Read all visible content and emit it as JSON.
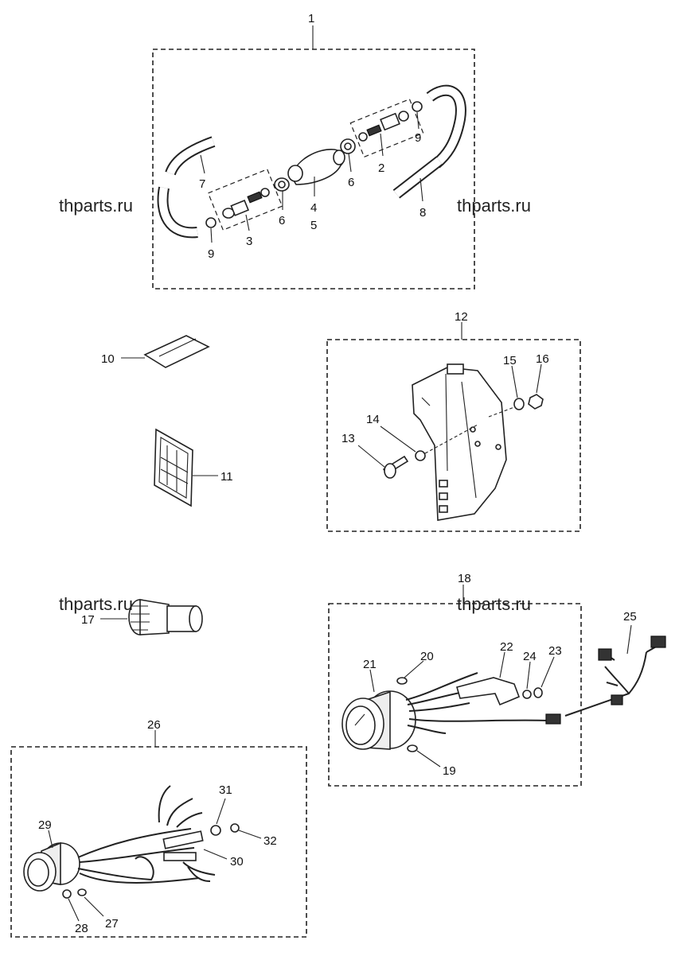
{
  "watermarks": [
    "thparts.ru",
    "thparts.ru",
    "thparts.ru",
    "thparts.ru"
  ],
  "callouts": {
    "c1": "1",
    "c2": "2",
    "c3": "3",
    "c4": "4",
    "c5": "5",
    "c6a": "6",
    "c6b": "6",
    "c7": "7",
    "c8": "8",
    "c9a": "9",
    "c9b": "9",
    "c10": "10",
    "c11": "11",
    "c12": "12",
    "c13": "13",
    "c14": "14",
    "c15": "15",
    "c16": "16",
    "c17": "17",
    "c18": "18",
    "c19": "19",
    "c20": "20",
    "c21": "21",
    "c22": "22",
    "c23": "23",
    "c24": "24",
    "c25": "25",
    "c26": "26",
    "c27": "27",
    "c28": "28",
    "c29": "29",
    "c30": "30",
    "c31": "31",
    "c32": "32"
  }
}
